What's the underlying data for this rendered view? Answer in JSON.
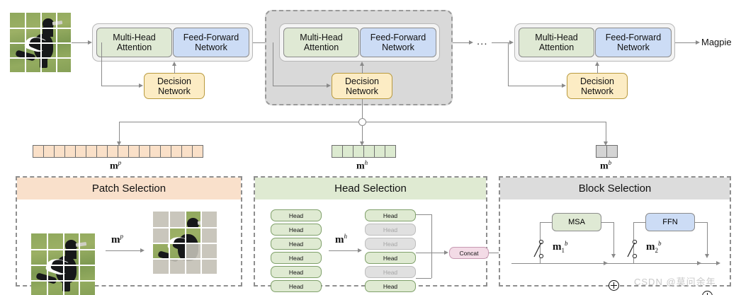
{
  "figure": {
    "output_label": "Magpie",
    "ellipsis": "...",
    "watermark": "CSDN @莫问余年"
  },
  "blocks": [
    {
      "id": "block-1",
      "mha": "Multi-Head\nAttention",
      "ffn": "Feed-Forward\nNetwork",
      "decision": "Decision\nNetwork",
      "highlighted": false
    },
    {
      "id": "block-2",
      "mha": "Multi-Head\nAttention",
      "ffn": "Feed-Forward\nNetwork",
      "decision": "Decision\nNetwork",
      "highlighted": true
    },
    {
      "id": "block-n",
      "mha": "Multi-Head\nAttention",
      "ffn": "Feed-Forward\nNetwork",
      "decision": "Decision\nNetwork",
      "highlighted": false
    }
  ],
  "block_text": {
    "mha_line1": "Multi-Head",
    "mha_line2": "Attention",
    "ffn_line1": "Feed-Forward",
    "ffn_line2": "Network",
    "dec_line1": "Decision",
    "dec_line2": "Network"
  },
  "masks": [
    {
      "name": "patch-mask",
      "symbol": "m",
      "sup": "p",
      "cells": 16,
      "color": "#fae0c8"
    },
    {
      "name": "head-mask",
      "symbol": "m",
      "sup": "h",
      "cells": 6,
      "color": "#dcead0"
    },
    {
      "name": "block-mask",
      "symbol": "m",
      "sup": "b",
      "cells": 2,
      "color": "#d4d4d4"
    }
  ],
  "panels": {
    "patch": {
      "title": "Patch Selection",
      "header_color": "#f9e0cb",
      "arrow_label_symbol": "m",
      "arrow_label_sup": "p",
      "grid_rows": 4,
      "grid_cols": 4,
      "selected_patches": [
        [
          0,
          2
        ],
        [
          1,
          1
        ],
        [
          1,
          2
        ],
        [
          2,
          0
        ],
        [
          2,
          1
        ]
      ]
    },
    "head": {
      "title": "Head Selection",
      "header_color": "#dfead2",
      "arrow_label_symbol": "m",
      "arrow_label_sup": "h",
      "input_heads": [
        "Head",
        "Head",
        "Head",
        "Head",
        "Head",
        "Head"
      ],
      "output_heads": [
        {
          "label": "Head",
          "active": true
        },
        {
          "label": "Head",
          "active": false
        },
        {
          "label": "Head",
          "active": false
        },
        {
          "label": "Head",
          "active": true
        },
        {
          "label": "Head",
          "active": false
        },
        {
          "label": "Head",
          "active": true
        }
      ],
      "concat_label": "Concat"
    },
    "block": {
      "title": "Block Selection",
      "header_color": "#dcdcdc",
      "msa_label": "MSA",
      "ffn_label": "FFN",
      "switch1_symbol": "m",
      "switch1_sub": "1",
      "switch1_sup": "b",
      "switch2_symbol": "m",
      "switch2_sub": "2",
      "switch2_sup": "b"
    }
  },
  "colors": {
    "mha": "#dfe9d4",
    "ffn": "#ccdcf5",
    "decision": "#fcecc4",
    "highlight_block": "#d9d9d9",
    "concat": "#f3dbe6",
    "line": "#8a8a8a"
  }
}
